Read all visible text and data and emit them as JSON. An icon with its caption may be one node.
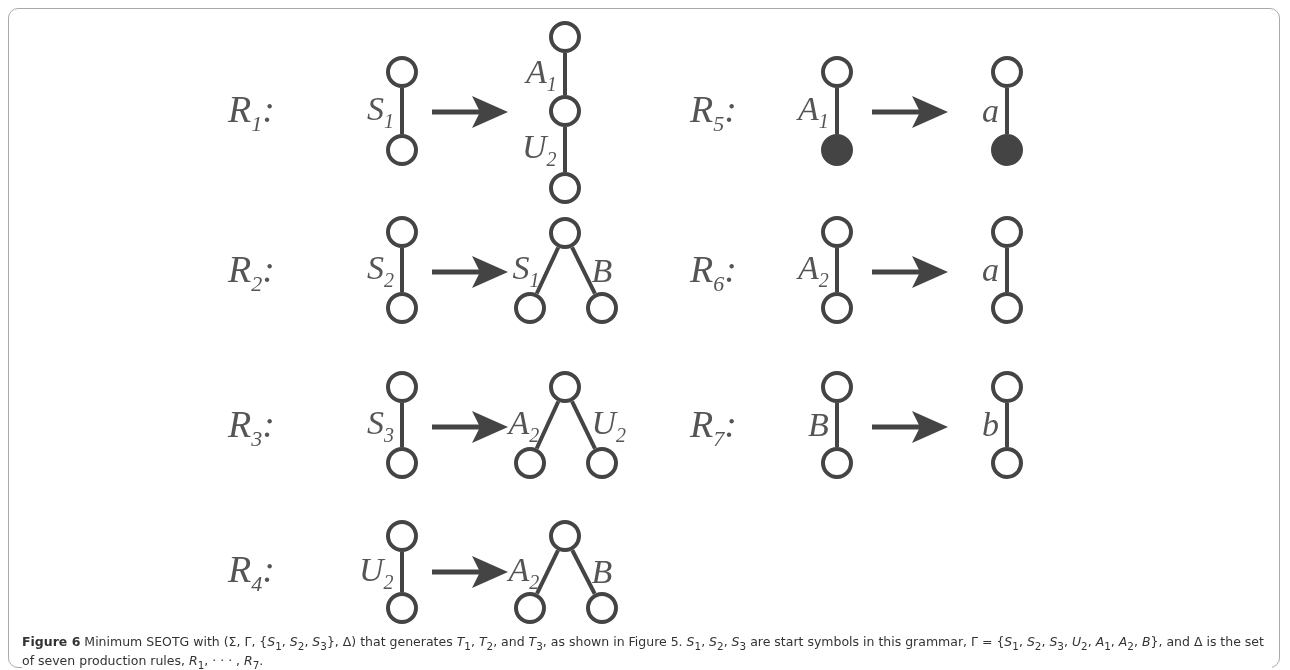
{
  "diagram": {
    "caption": "**Figure 6** Minimum SEOTG with (Σ, Γ, {*S*$_{1}$, *S*$_{2}$, *S*$_{3}$}, Δ) that generates *T*$_{1}$, *T*$_{2}$, and *T*$_{3}$, as shown in Figure 5. *S*$_{1}$, *S*$_{2}$, *S*$_{3}$ are start symbols in this grammar, Γ = {*S*$_{1}$, *S*$_{2}$, *S*$_{3}$, *U*$_{2}$, *A*$_{1}$, *A*$_{2}$, *B*}, and Δ is the set of seven production rules, *R*$_{1}$, · · · , *R*$_{7}$.",
    "nodes": [
      {
        "text": [],
        "shape": "circle"
      },
      {
        "text": [],
        "shape": "circle"
      },
      {
        "text": [],
        "shape": "circle"
      },
      {
        "text": [],
        "shape": "circle"
      },
      {
        "text": [],
        "shape": "circle"
      },
      {
        "text": [],
        "shape": "circle"
      },
      {
        "text": [],
        "shape": "circle"
      },
      {
        "text": [],
        "shape": "circle"
      },
      {
        "text": [],
        "shape": "circle"
      },
      {
        "text": [],
        "shape": "circle"
      },
      {
        "text": [],
        "shape": "circle"
      },
      {
        "text": [],
        "shape": "circle"
      },
      {
        "text": [],
        "shape": "circle"
      },
      {
        "text": [],
        "shape": "circle"
      },
      {
        "text": [],
        "shape": "circle"
      },
      {
        "text": [],
        "shape": "circle"
      },
      {
        "text": [],
        "shape": "circle"
      },
      {
        "text": [],
        "shape": "circle"
      },
      {
        "text": [],
        "shape": "circle"
      },
      {
        "text": [],
        "shape": "circle"
      },
      {
        "text": [],
        "shape": "circle"
      },
      {
        "text": [],
        "shape": "circle"
      },
      {
        "text": [],
        "shape": "circle"
      },
      {
        "text": [],
        "shape": "circle"
      },
      {
        "text": [],
        "shape": "circle"
      },
      {
        "text": [],
        "shape": "circle"
      },
      {
        "text": [],
        "shape": "circle"
      },
      {
        "text": [],
        "shape": "circle"
      },
      {
        "text": [],
        "shape": "circle"
      },
      {
        "text": [],
        "shape": "circle"
      },
      {
        "text": [],
        "shape": "circle"
      },
      {
        "text": [],
        "shape": "circle"
      }
    ],
    "edges": [
      {
        "from": 0,
        "to": 1,
        "arrow": "none",
        "label": "S$_{1}$"
      },
      {
        "from": 2,
        "to": 3,
        "arrow": "none",
        "label": "A$_{1}$"
      },
      {
        "from": 3,
        "to": 4,
        "arrow": "none",
        "label": "U$_{2}$"
      },
      {
        "from": 5,
        "to": 6,
        "arrow": "none",
        "label": "A$_{1}$"
      },
      {
        "from": 7,
        "to": 8,
        "arrow": "none",
        "label": "a"
      },
      {
        "from": 9,
        "to": 10,
        "arrow": "none",
        "label": "S$_{2}$"
      },
      {
        "from": 11,
        "to": 12,
        "arrow": "none",
        "label": "S$_{1}$"
      },
      {
        "from": 11,
        "to": 13,
        "arrow": "none",
        "label": "B"
      },
      {
        "from": 14,
        "to": 15,
        "arrow": "none",
        "label": "A$_{2}$"
      },
      {
        "from": 16,
        "to": 17,
        "arrow": "none",
        "label": "a"
      },
      {
        "from": 18,
        "to": 19,
        "arrow": "none",
        "label": "S$_{3}$"
      },
      {
        "from": 20,
        "to": 21,
        "arrow": "none",
        "label": "A$_{2}$"
      },
      {
        "from": 20,
        "to": 22,
        "arrow": "none",
        "label": "U$_{2}$"
      },
      {
        "from": 23,
        "to": 24,
        "arrow": "none",
        "label": "B"
      },
      {
        "from": 25,
        "to": 26,
        "arrow": "none",
        "label": "b"
      },
      {
        "from": 27,
        "to": 28,
        "arrow": "none",
        "label": "U$_{2}$"
      },
      {
        "from": 29,
        "to": 30,
        "arrow": "none",
        "label": "A$_{2}$"
      },
      {
        "from": 29,
        "to": 31,
        "arrow": "none",
        "label": "B"
      }
    ],
    "labels": [
      "R$_{1}$:",
      "R$_{5}$:",
      "R$_{2}$:",
      "R$_{6}$:",
      "R$_{3}$:",
      "R$_{7}$:",
      "R$_{4}$:"
    ]
  }
}
